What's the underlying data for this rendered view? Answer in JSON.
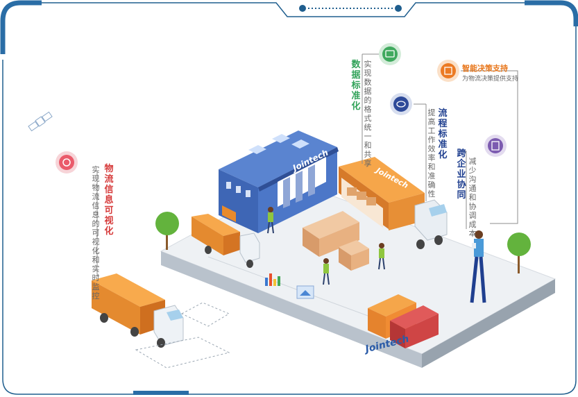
{
  "brand": "Jointech",
  "colors": {
    "frame": "#1f5e8e",
    "green": "#33a35a",
    "orange": "#e8771c",
    "navy": "#1f3f8f",
    "red": "#d63a3a",
    "container_orange": "#f39a3a",
    "container_red": "#d94b4b"
  },
  "features": {
    "visualization": {
      "title": "物流信息可视化",
      "desc": "实现物流信息的可视化和实时监控",
      "icon": "clock-icon"
    },
    "data_std": {
      "title": "数据标准化",
      "desc": "实现数据的格式统一和共享",
      "icon": "wallet-icon"
    },
    "process_std": {
      "title": "流程标准化",
      "desc": "提高工作效率和准确性",
      "icon": "cloud-chat-icon"
    },
    "decision": {
      "title": "智能决策支持",
      "desc": "为物流决策提供支持",
      "icon": "decision-icon"
    },
    "collab": {
      "title": "跨企业协同",
      "desc": "减少沟通和协调成本",
      "icon": "document-icon"
    }
  }
}
